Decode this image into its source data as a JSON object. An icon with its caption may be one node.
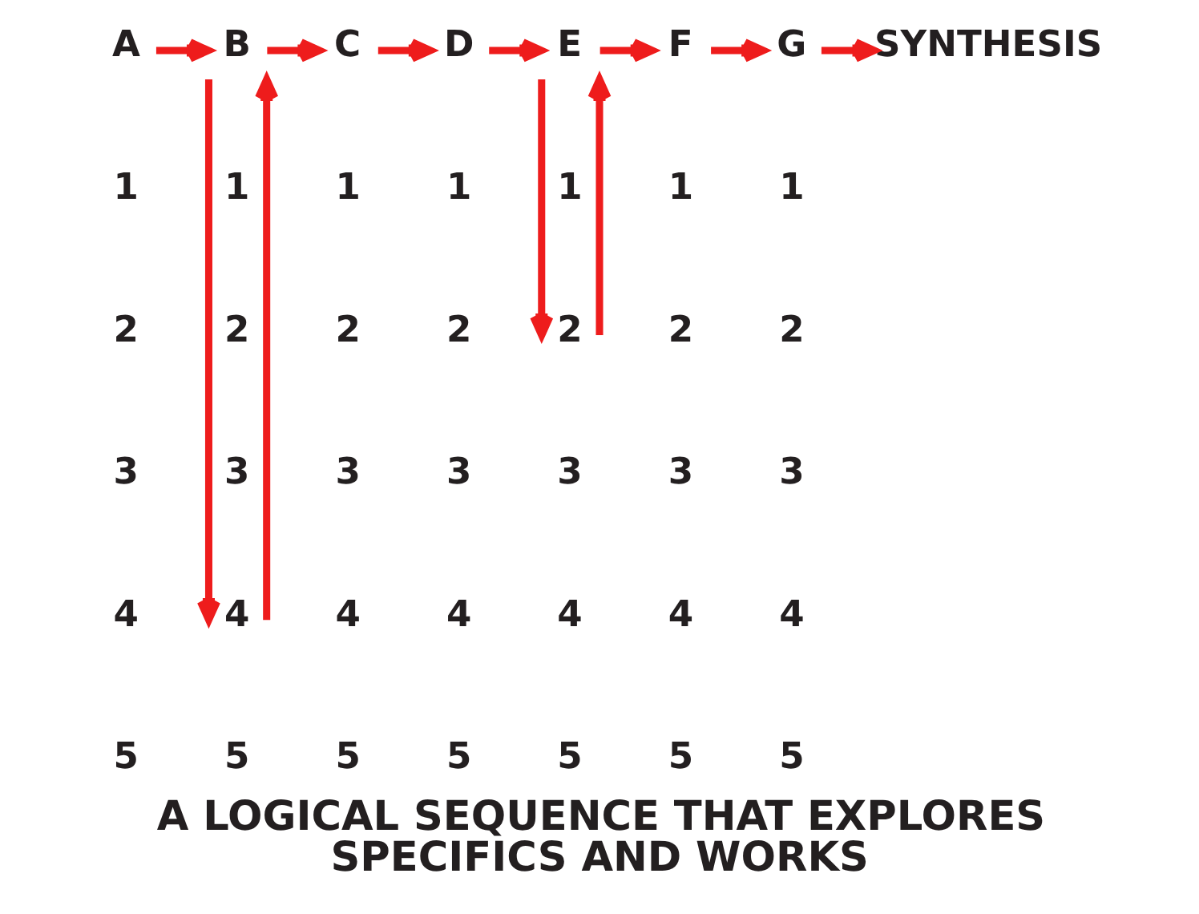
{
  "diagram": {
    "caption": "A LOGICAL SEQUENCE THAT EXPLORES SPECIFICS AND WORKS",
    "nodes": [
      {
        "text": [
          "A"
        ]
      },
      {
        "text": [
          "B"
        ]
      },
      {
        "text": [
          "C"
        ]
      },
      {
        "text": [
          "D"
        ]
      },
      {
        "text": [
          "E"
        ]
      },
      {
        "text": [
          "F"
        ]
      },
      {
        "text": [
          "G"
        ]
      },
      {
        "text": [
          "SYNTHESIS"
        ]
      },
      {
        "text": [
          "2"
        ]
      },
      {
        "text": [
          "4"
        ]
      }
    ],
    "edges": [
      {
        "from": 0,
        "to": 1,
        "arrow": "to"
      },
      {
        "from": 1,
        "to": 2,
        "arrow": "to"
      },
      {
        "from": 2,
        "to": 3,
        "arrow": "to"
      },
      {
        "from": 3,
        "to": 4,
        "arrow": "to"
      },
      {
        "from": 4,
        "to": 5,
        "arrow": "to"
      },
      {
        "from": 5,
        "to": 6,
        "arrow": "to"
      },
      {
        "from": 6,
        "to": 7,
        "arrow": "to"
      },
      {
        "from": 1,
        "to": 9,
        "arrow": "to"
      },
      {
        "from": 9,
        "to": 1,
        "arrow": "to"
      },
      {
        "from": 4,
        "to": 8,
        "arrow": "to"
      },
      {
        "from": 8,
        "to": 4,
        "arrow": "to"
      }
    ],
    "labels": [
      "1",
      "1",
      "1",
      "1",
      "1",
      "1",
      "1",
      "2",
      "2",
      "2",
      "2",
      "2",
      "2",
      "3",
      "3",
      "3",
      "3",
      "3",
      "3",
      "3",
      "4",
      "4",
      "4",
      "4",
      "4",
      "4",
      "5",
      "5",
      "5",
      "5",
      "5",
      "5",
      "5"
    ]
  }
}
